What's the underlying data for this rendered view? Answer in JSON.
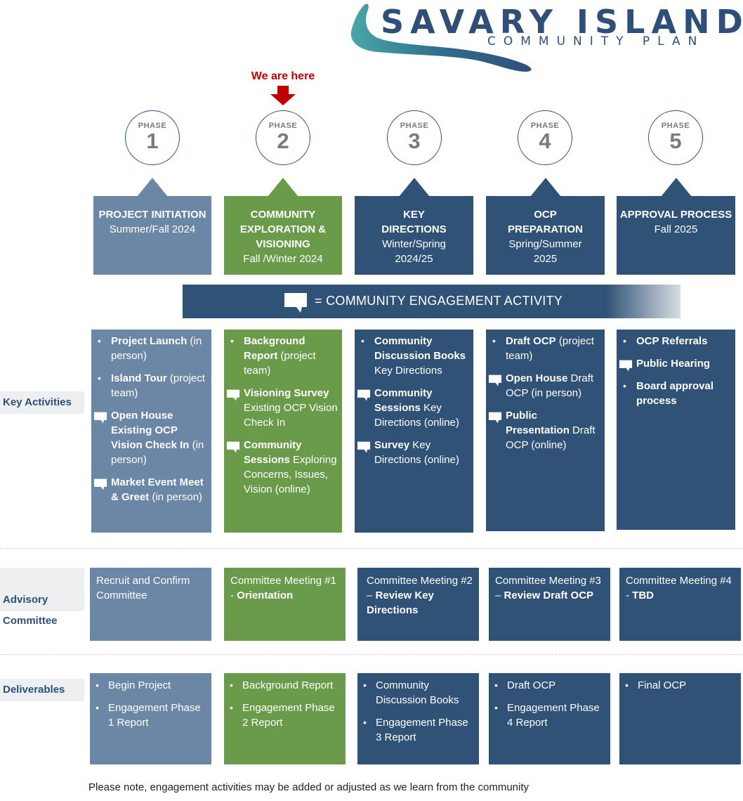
{
  "logo": {
    "title": "SAVARY ISLAND",
    "subtitle": "COMMUNITY PLAN"
  },
  "indicator": {
    "label": "We are here"
  },
  "phase_word": "PHASE",
  "phases": [
    {
      "number": "1",
      "title": "PROJECT INITIATION",
      "dates": "Summer/Fall 2024"
    },
    {
      "number": "2",
      "title": "COMMUNITY EXPLORATION & VISIONING",
      "dates": "Fall /Winter 2024"
    },
    {
      "number": "3",
      "title": "KEY DIRECTIONS",
      "dates": "Winter/Spring 2024/25"
    },
    {
      "number": "4",
      "title": "OCP PREPARATION",
      "dates": "Spring/Summer 2025"
    },
    {
      "number": "5",
      "title": "APPROVAL PROCESS",
      "dates": "Fall 2025"
    }
  ],
  "legend": {
    "text": "= COMMUNITY ENGAGEMENT ACTIVITY",
    "icon": "speech-bubble-icon"
  },
  "row_labels": {
    "activities": "Key Activities",
    "committee": "Advisory Committee",
    "deliverables": "Deliverables"
  },
  "activities": [
    [
      {
        "type": "bullet",
        "bold": "Project Launch",
        "text": "(in person)"
      },
      {
        "type": "bullet",
        "bold": "Island Tour",
        "text": "(project team)"
      },
      {
        "type": "engagement",
        "bold": "Open House Existing OCP Vision Check In",
        "text": "(in person)"
      },
      {
        "type": "engagement",
        "bold": "Market Event Meet & Greet",
        "text": "(in person)"
      }
    ],
    [
      {
        "type": "bullet",
        "bold": "Background Report",
        "text": "(project team)"
      },
      {
        "type": "engagement",
        "bold": "Visioning Survey",
        "text": "Existing OCP Vision Check In"
      },
      {
        "type": "engagement",
        "bold": "Community Sessions",
        "text": "Exploring Concerns, Issues, Vision (online)"
      }
    ],
    [
      {
        "type": "bullet",
        "bold": "Community Discussion Books",
        "text": "Key Directions"
      },
      {
        "type": "engagement",
        "bold": "Community Sessions",
        "text": "Key Directions (online)"
      },
      {
        "type": "engagement",
        "bold": "Survey",
        "text": "Key Directions (online)"
      }
    ],
    [
      {
        "type": "bullet",
        "bold": "Draft OCP",
        "text": "(project team)"
      },
      {
        "type": "engagement",
        "bold": "Open House",
        "text": "Draft OCP (in person)"
      },
      {
        "type": "engagement",
        "bold": "Public Presentation",
        "text": "Draft OCP (online)"
      }
    ],
    [
      {
        "type": "bullet",
        "bold": "OCP Referrals",
        "text": ""
      },
      {
        "type": "engagement",
        "bold": "Public Hearing",
        "text": ""
      },
      {
        "type": "bullet",
        "bold": "Board approval process",
        "text": ""
      }
    ]
  ],
  "committee": [
    {
      "text": "Recruit and Confirm Committee",
      "bold": ""
    },
    {
      "text": "Committee Meeting #1 - ",
      "bold": "Orientation"
    },
    {
      "text": "Committee Meeting #2 – ",
      "bold": "Review Key Directions"
    },
    {
      "text": "Committee Meeting #3 – ",
      "bold": "Review Draft OCP"
    },
    {
      "text": "Committee Meeting #4  - ",
      "bold": "TBD"
    }
  ],
  "deliverables": [
    [
      "Begin Project",
      "Engagement Phase 1 Report"
    ],
    [
      "Background Report",
      "Engagement Phase 2 Report"
    ],
    [
      "Community Discussion Books",
      "Engagement Phase 3 Report"
    ],
    [
      "Draft OCP",
      "Engagement Phase 4 Report"
    ],
    [
      "Final OCP"
    ]
  ],
  "note": "Please note, engagement activities may be added or adjusted as we learn from the community",
  "colors": {
    "light": "#6c87a6",
    "green": "#6a9b4b",
    "dark": "#2f5276",
    "accent": "#c00000"
  }
}
